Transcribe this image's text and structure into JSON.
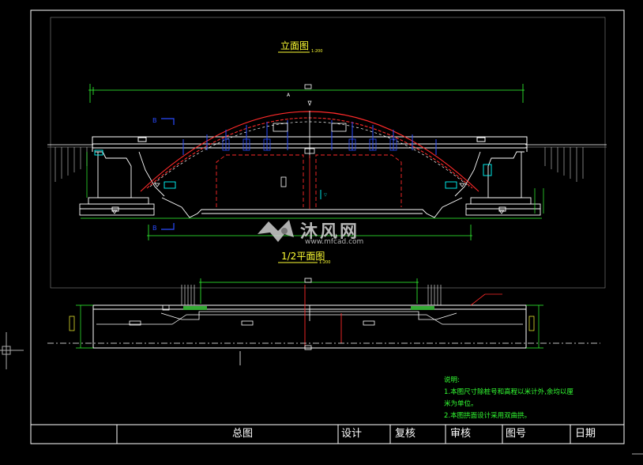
{
  "views": {
    "elevation_title": "立面图",
    "elevation_scale": "1:200",
    "plan_title": "1/2平面图",
    "plan_scale": "1:200"
  },
  "section_marks": {
    "a": "A",
    "b_top": "B",
    "b_bottom": "B"
  },
  "notes": {
    "heading": "说明:",
    "line1": "1.本图尺寸除桩号和高程以米计外,余均以厘",
    "line2": "米为单位。",
    "line3": "2.本图拱面设计采用双曲拱。"
  },
  "title_block": {
    "name": "总图",
    "design": "设计",
    "recheck": "复核",
    "review": "审核",
    "drawing_no": "图号",
    "date": "日期"
  },
  "watermark": {
    "brand": "沐风网",
    "url": "www.mfcad.com"
  },
  "colors": {
    "background": "#000000",
    "frame": "#ffffff",
    "structure": "#ffffff",
    "dimension": "#33ff33",
    "arch": "#ff2a2a",
    "hangers": "#2a4bff",
    "cyan": "#00ffff",
    "yellow": "#ffff33",
    "magenta": "#ff33ff"
  }
}
